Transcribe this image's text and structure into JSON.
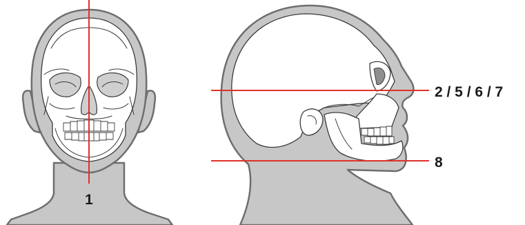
{
  "colors": {
    "background": "#ffffff",
    "skin": "#c7c7c7",
    "skin_outline": "#6e6e6e",
    "bone": "#ffffff",
    "bone_outline": "#3a3a3a",
    "reference_line": "#e0302a",
    "label": "#1a1a1a"
  },
  "views": {
    "front": {
      "name": "front-view",
      "icon": "skull-front-icon"
    },
    "side": {
      "name": "side-view",
      "icon": "skull-profile-icon"
    }
  },
  "reference_lines": [
    {
      "id": "midsagittal",
      "label": "1",
      "orientation": "vertical",
      "view": "front"
    },
    {
      "id": "horizontal-upper",
      "label": "2 / 5 / 6 / 7",
      "orientation": "horizontal",
      "view": "side"
    },
    {
      "id": "horizontal-lower",
      "label": "8",
      "orientation": "horizontal",
      "view": "side"
    }
  ]
}
